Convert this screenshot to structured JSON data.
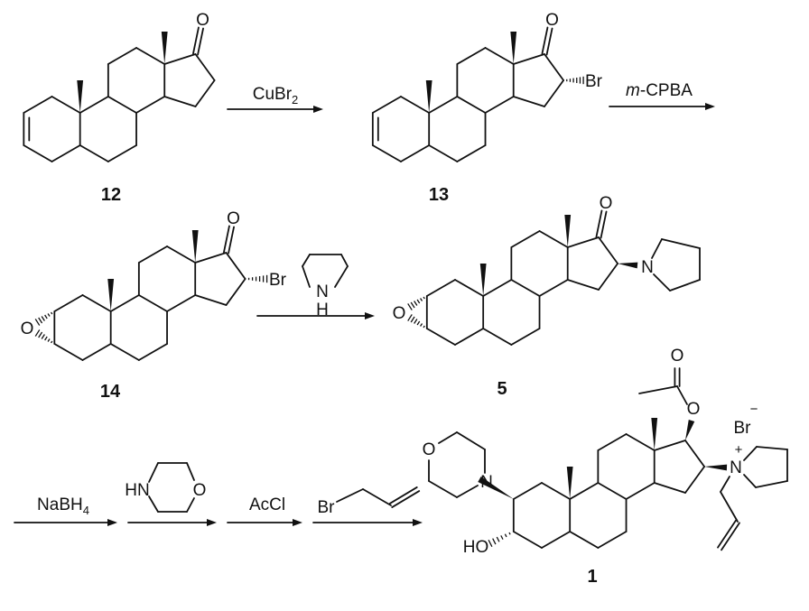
{
  "compounds": {
    "c12": "12",
    "c13": "13",
    "c14": "14",
    "c5": "5",
    "c1": "1"
  },
  "reagents": {
    "step1": {
      "main": "CuBr",
      "sub": "2"
    },
    "step2": {
      "italic": "m",
      "rest": "-CPBA"
    },
    "step3": {
      "n": "N",
      "h": "H"
    },
    "step4": {
      "main": "NaBH",
      "sub": "4"
    },
    "step5": {
      "hn": "HN",
      "o": "O"
    },
    "step6": "AcCl",
    "step7": {
      "br": "Br"
    }
  },
  "atoms": {
    "oxygen": "O",
    "bromine": "Br",
    "nitrogen": "N",
    "hydroxyl": "HO",
    "plus": "+",
    "minus": "−"
  },
  "colors": {
    "ink": "#111111",
    "background": "#ffffff"
  }
}
